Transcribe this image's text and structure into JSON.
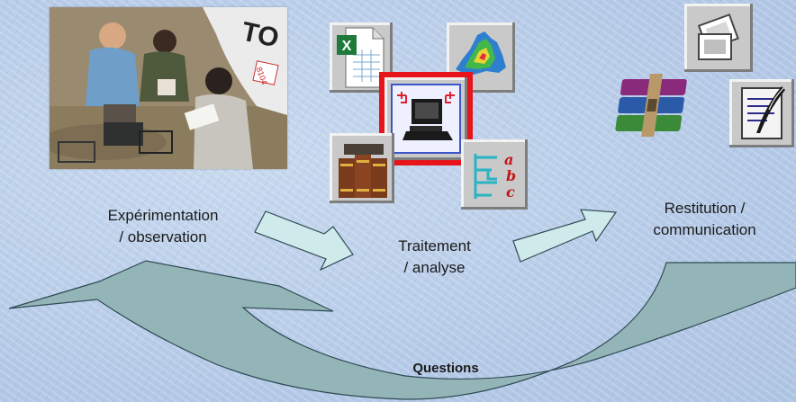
{
  "labels": {
    "experimentation": "Expérimentation\n/ observation",
    "traitement": "Traitement\n/ analyse",
    "restitution": "Restitution /\ncommunication",
    "questions": "Questions"
  },
  "photo_text": {
    "vehicle_letters": "TO",
    "plate": "8104"
  },
  "icons": {
    "excel": "spreadsheet-icon",
    "map": "map-icon",
    "computer": "computer-workstation-icon",
    "books": "books-icon",
    "tree": "tree-diagram-icon",
    "slides": "slides-icon",
    "archive": "archive-icon",
    "document": "document-quill-icon"
  },
  "colors": {
    "arrow_fill": "#cfeaea",
    "arrow_stroke": "#2f4b55",
    "curve_fill": "#94b5b8",
    "highlight": "#e8141c",
    "tile_bg": "#c9c9c9"
  }
}
